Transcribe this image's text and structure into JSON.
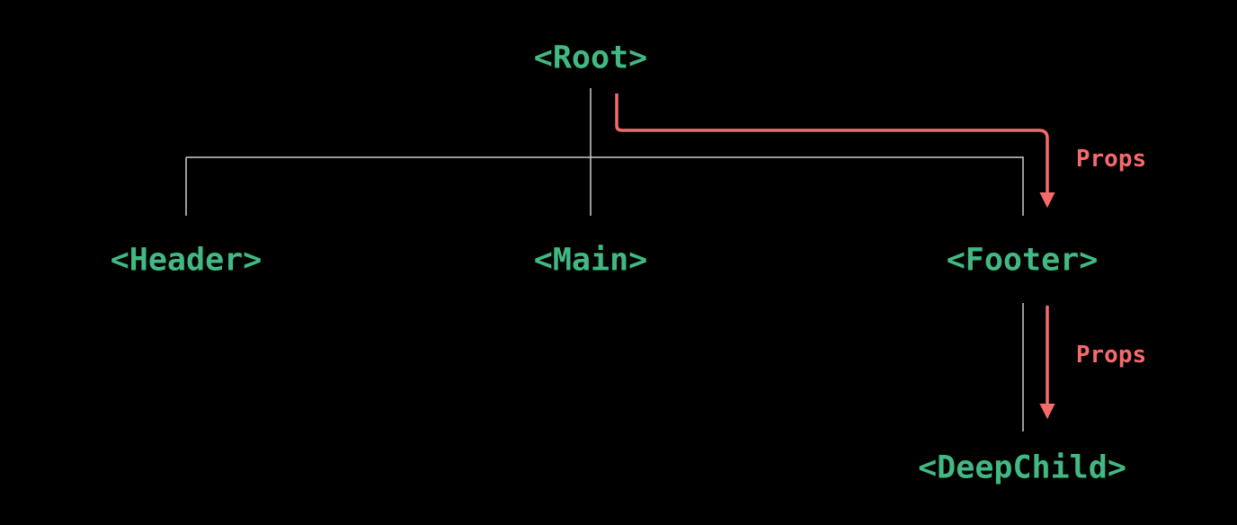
{
  "diagram": {
    "nodes": {
      "root": "<Root>",
      "header": "<Header>",
      "main": "<Main>",
      "footer": "<Footer>",
      "deepchild": "<DeepChild>"
    },
    "arrows": {
      "root_to_footer_label": "Props",
      "footer_to_deepchild_label": "Props"
    }
  },
  "colors": {
    "background": "#000000",
    "node-green": "#42b883",
    "arrow-red": "#f56a6a",
    "tree-line": "#cccccc"
  }
}
